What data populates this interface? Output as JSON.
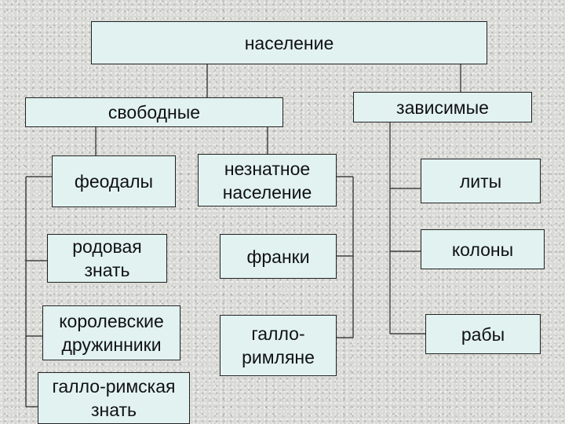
{
  "diagram": {
    "root": "население",
    "free": {
      "title": "свободные",
      "feudals": {
        "title": "феодалы",
        "children": [
          "родовая\nзнать",
          "королевские\nдружинники",
          "галло-римская\nзнать"
        ]
      },
      "commoners": {
        "title": "незнатное\nнаселение",
        "children": [
          "франки",
          "галло-\nримляне"
        ]
      }
    },
    "dependent": {
      "title": "зависимые",
      "children": [
        "литы",
        "колоны",
        "рабы"
      ]
    }
  },
  "colors": {
    "box_fill": "#e1f2f1",
    "box_border": "#222222",
    "line": "#222222"
  }
}
